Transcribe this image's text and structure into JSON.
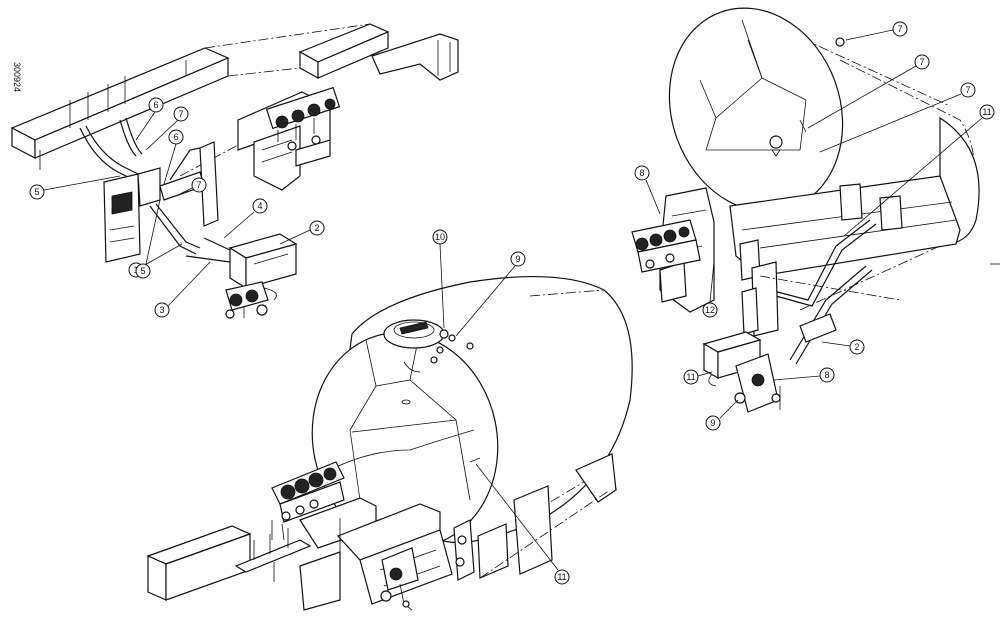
{
  "document_id": "300924",
  "callouts": {
    "a1": "1",
    "a2": "2",
    "a3": "3",
    "a4": "4",
    "a5a": "5",
    "a5b": "5",
    "a6a": "6",
    "a6b": "6",
    "a7a": "7",
    "a7b": "7",
    "b9": "9",
    "b10": "10",
    "b11": "11",
    "c7a": "7",
    "c7b": "7",
    "c7c": "7",
    "c8a": "8",
    "c8b": "8",
    "c9": "9",
    "c11a": "11",
    "c11b": "11",
    "c12": "12",
    "c2": "2"
  }
}
